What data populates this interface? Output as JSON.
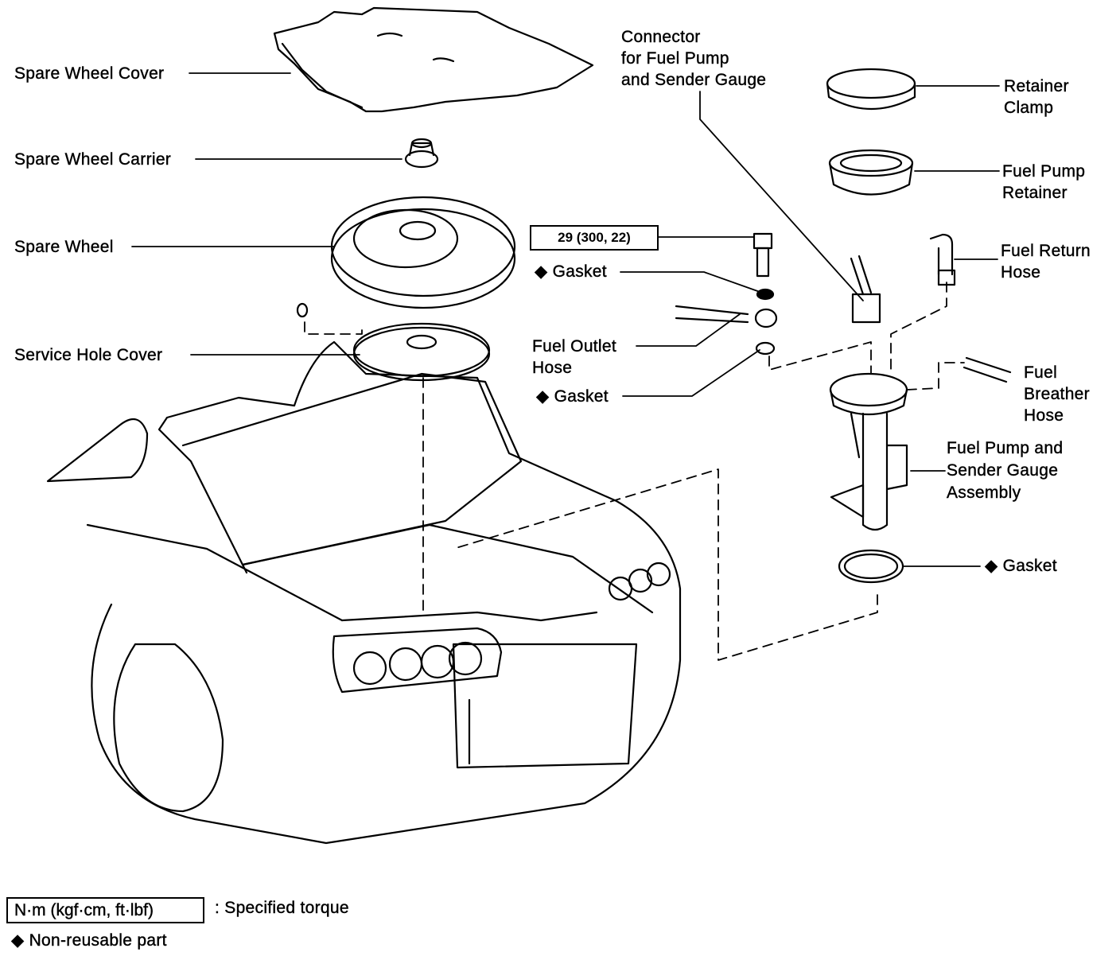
{
  "labels": {
    "spare_wheel_cover": "Spare Wheel Cover",
    "spare_wheel_carrier": "Spare Wheel Carrier",
    "spare_wheel": "Spare Wheel",
    "service_hole_cover": "Service Hole Cover",
    "connector": [
      "Connector",
      "for Fuel Pump",
      "and Sender Gauge"
    ],
    "retainer_clamp": [
      "Retainer",
      "Clamp"
    ],
    "fuel_pump_retainer": [
      "Fuel Pump",
      "Retainer"
    ],
    "fuel_return_hose": [
      "Fuel Return",
      "Hose"
    ],
    "torque_value": "29 (300, 22)",
    "gasket_upper": "◆ Gasket",
    "fuel_outlet_hose": [
      "Fuel Outlet",
      "Hose"
    ],
    "gasket_lower": "◆ Gasket",
    "fuel_breather_hose": [
      "Fuel",
      "Breather",
      "Hose"
    ],
    "pump_assembly": [
      "Fuel Pump and",
      "Sender Gauge",
      "Assembly"
    ],
    "gasket_pump": "◆ Gasket"
  },
  "legend": {
    "torque_unit": "N·m (kgf·cm, ft·lbf)",
    "torque_desc": ": Specified torque",
    "non_reusable": "◆ Non-reusable part"
  },
  "colors": {
    "ink": "#000000",
    "paper": "#ffffff"
  }
}
